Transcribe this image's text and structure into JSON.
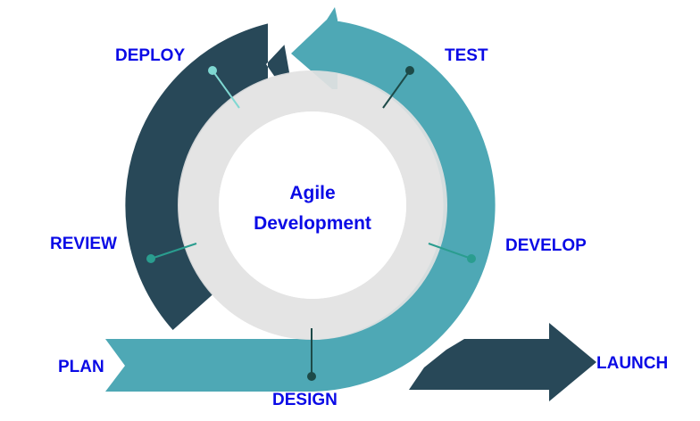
{
  "title_line1": "Agile",
  "title_line2": "Development",
  "stages": {
    "deploy": "DEPLOY",
    "test": "TEST",
    "review": "REVIEW",
    "develop": "DEVELOP",
    "plan": "PLAN",
    "design": "DESIGN",
    "launch": "LAUNCH"
  },
  "colors": {
    "dark": "#284858",
    "teal": "#4ea8b5",
    "ring": "#e2e2e2",
    "text": "#0a0ae6"
  }
}
